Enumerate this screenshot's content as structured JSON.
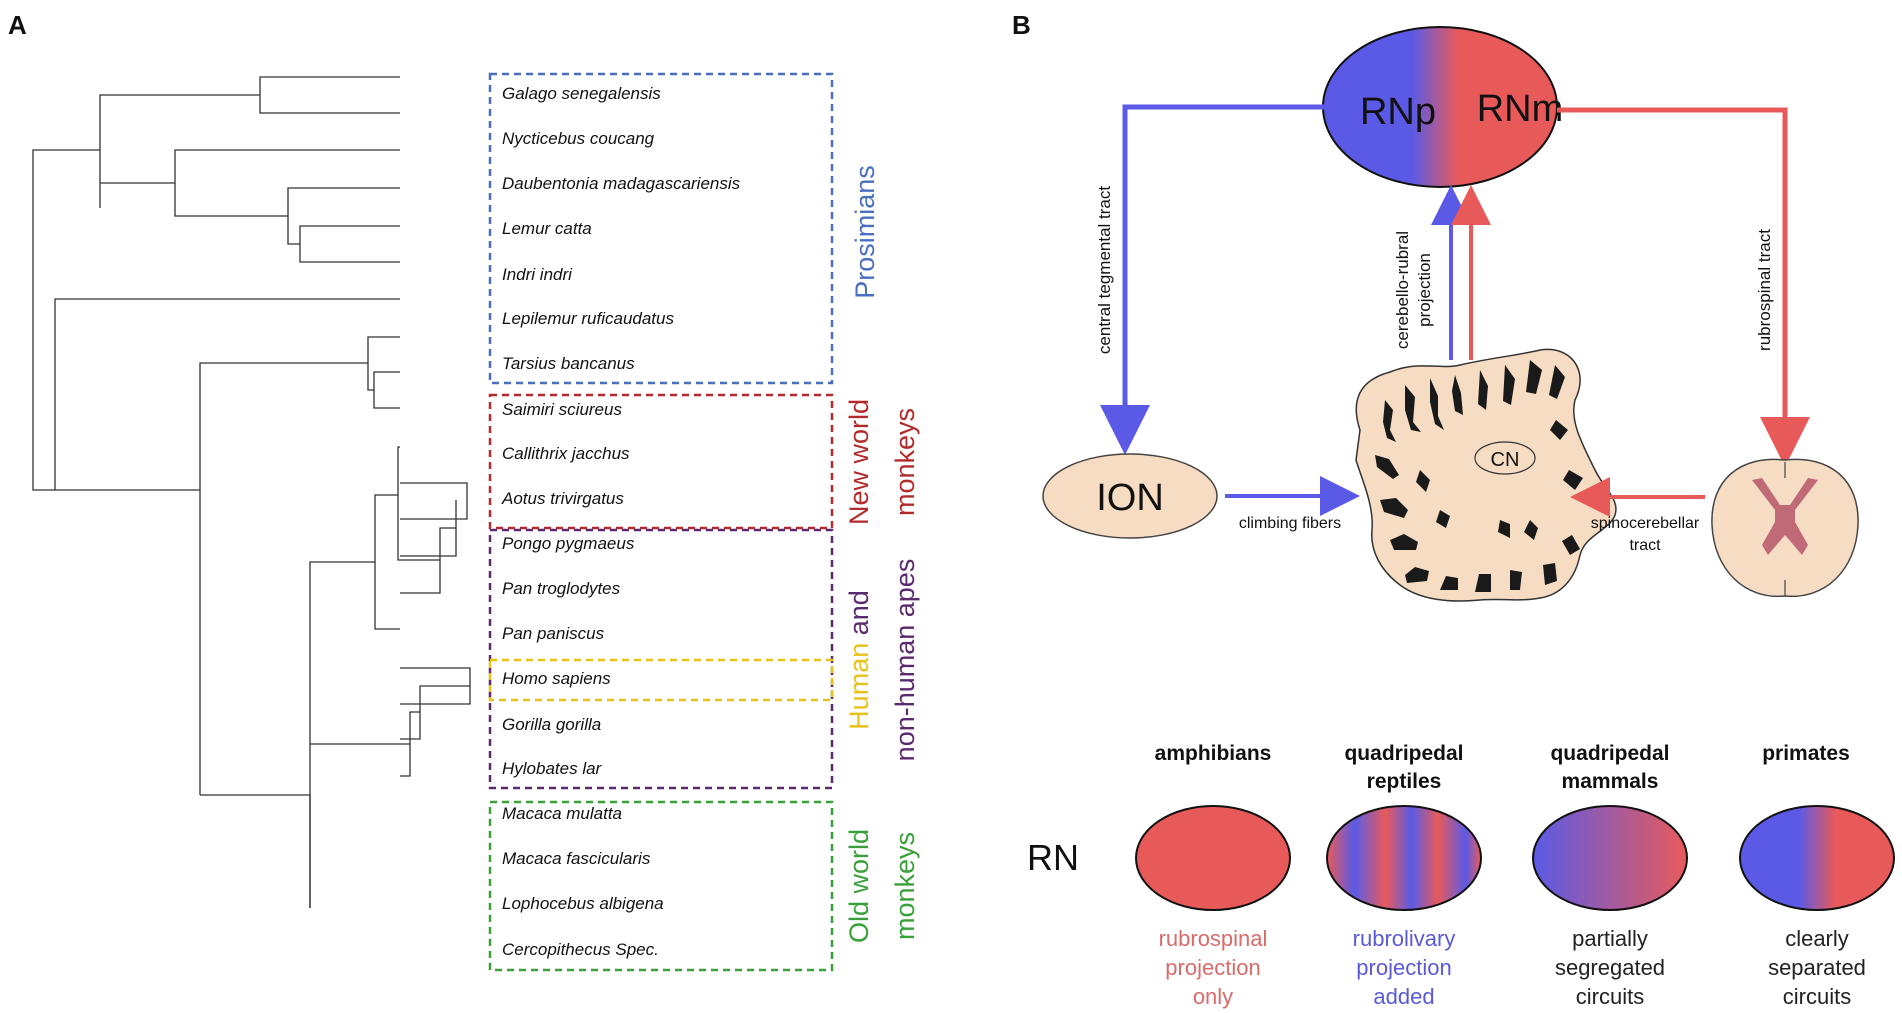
{
  "panel_a": {
    "label": "A",
    "species": [
      "Galago senegalensis",
      "Nycticebus coucang",
      "Daubentonia madagascariensis",
      "Lemur catta",
      "Indri indri",
      "Lepilemur ruficaudatus",
      "Tarsius bancanus",
      "Saimiri sciureus",
      "Callithrix jacchus",
      "Aotus trivirgatus",
      "Pongo pygmaeus",
      "Pan troglodytes",
      "Pan paniscus",
      "Homo sapiens",
      "Gorilla gorilla",
      "Hylobates lar",
      "Macaca mulatta",
      "Macaca fascicularis",
      "Lophocebus albigena",
      "Cercopithecus Spec."
    ],
    "groups": {
      "prosimians": {
        "label": "Prosimians",
        "color": "#4a6fc0"
      },
      "new_world": {
        "line1": "New world",
        "line2": "monkeys",
        "color": "#b22a2a"
      },
      "apes": {
        "word_human": "Human",
        "word_and": "and",
        "line2": "non-human apes",
        "human_color": "#e8c21a",
        "color": "#5a2a6e"
      },
      "old_world": {
        "line1": "Old world",
        "line2": "monkeys",
        "color": "#3aa03a"
      }
    }
  },
  "panel_b": {
    "label": "B",
    "rn_left": "RNp",
    "rn_right": "RNm",
    "ion": "ION",
    "cn": "CN",
    "central_tegmental": "central tegmental tract",
    "rubrospinal_tract": "rubrospinal tract",
    "cerebello_line1": "cerebello-rubral",
    "cerebello_line2": "projection",
    "climbing": "climbing fibers",
    "spino_line1": "spinocerebellar",
    "spino_line2": "tract",
    "rn_label": "RN",
    "colors": {
      "blue": "#5a5ae6",
      "red": "#e85a5a",
      "tissue": "#f5dcc2"
    },
    "species_columns": [
      {
        "title1": "amphibians",
        "title2": "",
        "desc": [
          "rubrospinal",
          "projection",
          "only"
        ],
        "desc_color": "#d96b6b"
      },
      {
        "title1": "quadripedal",
        "title2": "reptiles",
        "desc": [
          "rubrolivary",
          "projection",
          "added"
        ],
        "desc_color": "#5a5ad6"
      },
      {
        "title1": "quadripedal",
        "title2": "mammals",
        "desc": [
          "partially",
          "segregated",
          "circuits"
        ],
        "desc_color": "#222222"
      },
      {
        "title1": "primates",
        "title2": "",
        "desc": [
          "clearly",
          "separated",
          "circuits"
        ],
        "desc_color": "#222222"
      }
    ]
  }
}
